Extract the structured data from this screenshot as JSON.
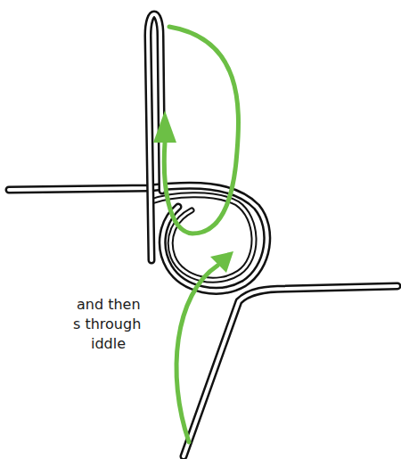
{
  "diagram": {
    "labels": [
      "and then",
      "s through",
      "iddle"
    ]
  }
}
